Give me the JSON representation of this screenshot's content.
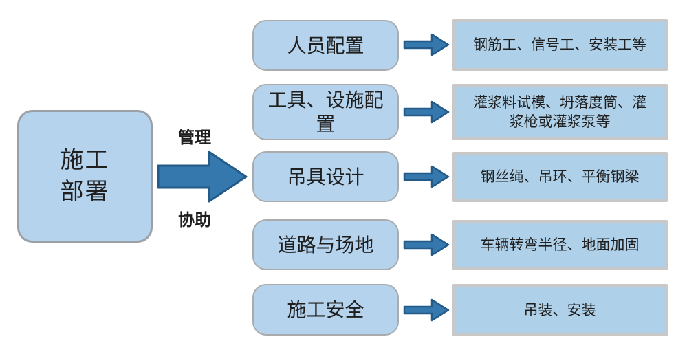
{
  "root": {
    "line1": "施工",
    "line2": "部署"
  },
  "main_arrow": {
    "top_label": "管理",
    "bottom_label": "协助"
  },
  "rows": [
    {
      "category": "人员配置",
      "detail": "钢筋工、信号工、安装工等"
    },
    {
      "category": "工具、设施配置",
      "detail": "灌浆料试模、坍落度筒、灌浆枪或灌浆泵等"
    },
    {
      "category": "吊具设计",
      "detail": "钢丝绳、吊环、平衡钢梁"
    },
    {
      "category": "道路与场地",
      "detail": "车辆转弯半径、地面加固"
    },
    {
      "category": "施工安全",
      "detail": "吊装、安装"
    }
  ],
  "colors": {
    "box_fill": "#b5d3ec",
    "detail_box_fill": "#aed0e8",
    "box_border": "#a9abad",
    "detail_box_border": "#c8c8c8",
    "arrow_fill": "#3478ae",
    "arrow_stroke": "#235a87",
    "text": "#1f1f1f",
    "background": "#ffffff"
  }
}
